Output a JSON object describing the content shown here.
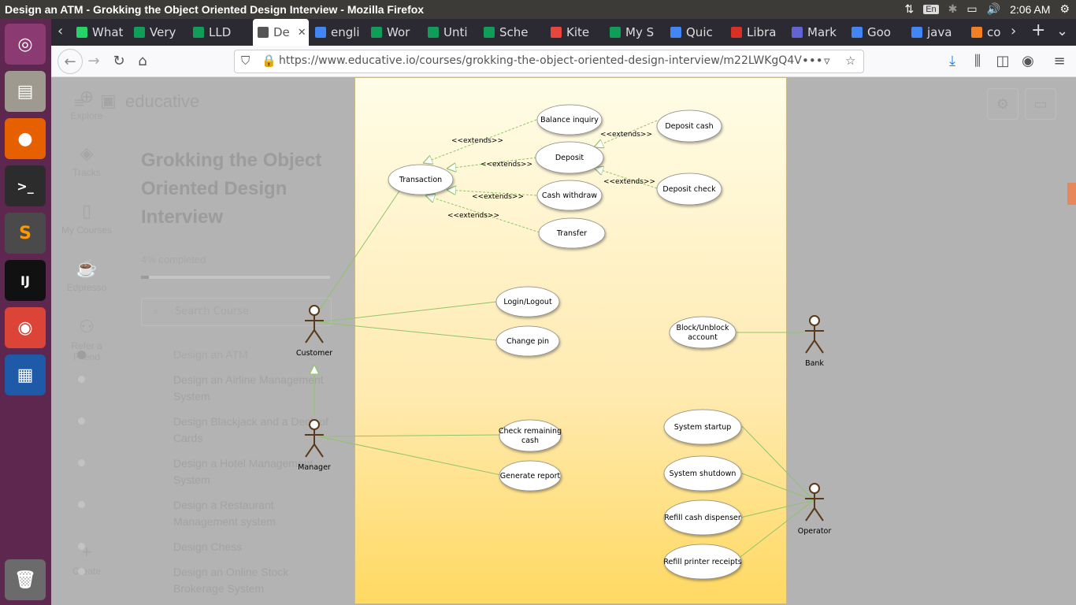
{
  "window": {
    "title": "Design an ATM - Grokking the Object Oriented Design Interview - Mozilla Firefox",
    "keyboard": "En",
    "clock": "2:06 AM"
  },
  "tabs": [
    {
      "label": "What",
      "icon": "whatsapp-icon",
      "color": "#25d366"
    },
    {
      "label": "Very",
      "icon": "sheets-icon",
      "color": "#0f9d58"
    },
    {
      "label": "LLD",
      "icon": "sheets-icon",
      "color": "#0f9d58"
    },
    {
      "label": "De",
      "icon": "educative-icon",
      "color": "#555555",
      "active": true
    },
    {
      "label": "engli",
      "icon": "google-icon",
      "color": "#4285f4"
    },
    {
      "label": "Wor",
      "icon": "sheets-icon",
      "color": "#0f9d58"
    },
    {
      "label": "Unti",
      "icon": "sheets-icon",
      "color": "#0f9d58"
    },
    {
      "label": "Sche",
      "icon": "sheets-icon",
      "color": "#0f9d58"
    },
    {
      "label": "Kite",
      "icon": "kite-icon",
      "color": "#e8453c"
    },
    {
      "label": "My S",
      "icon": "sheets-icon",
      "color": "#0f9d58"
    },
    {
      "label": "Quic",
      "icon": "drive-icon",
      "color": "#4285f4"
    },
    {
      "label": "Libra",
      "icon": "gmail-icon",
      "color": "#d93025"
    },
    {
      "label": "Mark",
      "icon": "docs-icon",
      "color": "#6264d3"
    },
    {
      "label": "Goo",
      "icon": "google-icon",
      "color": "#4285f4"
    },
    {
      "label": "java",
      "icon": "google-icon",
      "color": "#4285f4"
    },
    {
      "label": "co",
      "icon": "stackoverflow-icon",
      "color": "#f48024"
    }
  ],
  "navbar": {
    "url": "https://www.educative.io/courses/grokking-the-object-oriented-design-interview/m22LWKgQ4V"
  },
  "sidebar": {
    "items": [
      {
        "label": "Explore",
        "icon": "globe-icon"
      },
      {
        "label": "Tracks",
        "icon": "layers-icon"
      },
      {
        "label": "My Courses",
        "icon": "book-icon"
      },
      {
        "label": "Edpresso",
        "icon": "coffee-icon"
      },
      {
        "label": "Refer a Friend",
        "icon": "add-user-icon"
      },
      {
        "label": "Create",
        "icon": "plus-icon"
      }
    ]
  },
  "course": {
    "brand": "educative",
    "title": "Grokking the Object Oriented Design Interview",
    "progress_text": "4% completed",
    "progress": 0.04,
    "search_placeholder": "Search Course",
    "lessons": [
      "Design an ATM",
      "Design an Airline Management System",
      "Design Blackjack and a Deck of Cards",
      "Design a Hotel Management System",
      "Design a Restaurant Management system",
      "Design Chess",
      "Design an Online Stock Brokerage System"
    ]
  },
  "diagram": {
    "actors": {
      "customer": "Customer",
      "manager": "Manager",
      "bank": "Bank",
      "operator": "Operator"
    },
    "use_cases": {
      "transaction": "Transaction",
      "balance_inquiry": "Balance inquiry",
      "deposit": "Deposit",
      "cash_withdraw": "Cash withdraw",
      "transfer": "Transfer",
      "deposit_cash": "Deposit cash",
      "deposit_check": "Deposit check",
      "login_logout": "Login/Logout",
      "change_pin": "Change pin",
      "check_cash_1": "Check remaining",
      "check_cash_2": "cash",
      "generate_report": "Generate report",
      "block_1": "Block/Unblock",
      "block_2": "account",
      "system_startup": "System startup",
      "system_shutdown": "System shutdown",
      "refill_cash": "Refill cash dispenser",
      "refill_printer": "Refill printer receipts"
    },
    "extends_label": "<<extends>>"
  }
}
